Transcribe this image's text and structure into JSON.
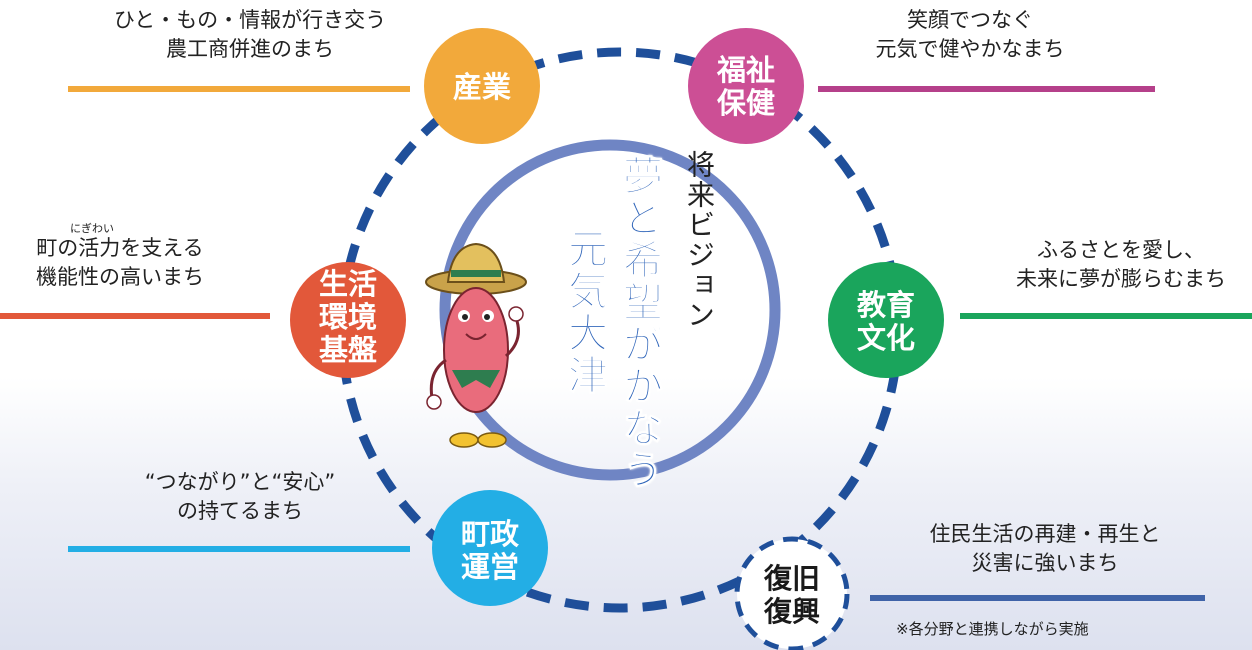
{
  "center": {
    "vision_label": "将来ビジョン",
    "slogan_line1": "夢と希望がかなう",
    "slogan_line2": "元気大津"
  },
  "nodes": {
    "industry": {
      "title_l1": "産業",
      "title_l2": "",
      "caption_l1": "ひと・もの・情報が行き交う",
      "caption_l2": "農工商併進のまち",
      "color": "#f2a93b"
    },
    "welfare": {
      "title_l1": "福祉",
      "title_l2": "保健",
      "caption_l1": "笑顔でつなぐ",
      "caption_l2": "元気で健やかなまち",
      "color": "#cc4f95"
    },
    "life": {
      "title_l1": "生活",
      "title_l2": "環境",
      "title_l3": "基盤",
      "ruby": "にぎわい",
      "caption_l1": "町の活力を支える",
      "caption_l2": "機能性の高いまち",
      "color": "#e2583a"
    },
    "education": {
      "title_l1": "教育",
      "title_l2": "文化",
      "caption_l1": "ふるさとを愛し、",
      "caption_l2": "未来に夢が膨らむまち",
      "color": "#1aa55c"
    },
    "government": {
      "title_l1": "町政",
      "title_l2": "運営",
      "caption_l1": "“つながり”と“安心”",
      "caption_l2": "の持てるまち",
      "color": "#23aee5"
    },
    "recovery": {
      "title_l1": "復旧",
      "title_l2": "復興",
      "caption_l1": "住民生活の再建・再生と",
      "caption_l2": "災害に強いまち",
      "color": "#3f63a8"
    }
  },
  "note": "※各分野と連携しながら実施",
  "colors": {
    "ring_dash": "#1f4f9a",
    "inner_ring": "#6f85c4",
    "slogan_fill": "#2e64b9"
  }
}
